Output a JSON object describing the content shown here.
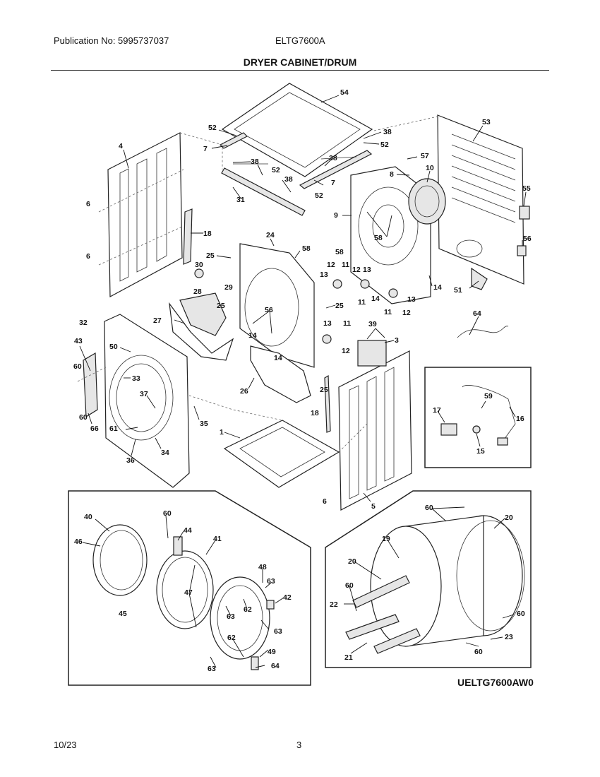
{
  "header": {
    "publication": "Publication No: 5995737037",
    "model": "ELTG7600A",
    "title": "DRYER CABINET/DRUM"
  },
  "footer": {
    "date": "10/23",
    "page": "3",
    "ref_code": "UELTG7600AW0"
  },
  "labels": {
    "p54": "54",
    "p53": "53",
    "p52a": "52",
    "p52b": "52",
    "p52c": "52",
    "p52d": "52",
    "p38a": "38",
    "p38b": "38",
    "p38c": "38",
    "p38d": "38",
    "p7a": "7",
    "p7b": "7",
    "p4": "4",
    "p57": "57",
    "p8": "8",
    "p10": "10",
    "p55": "55",
    "p9": "9",
    "p31": "31",
    "p6a": "6",
    "p6b": "6",
    "p6c": "6",
    "p18a": "18",
    "p18b": "18",
    "p24": "24",
    "p58a": "58",
    "p58b": "58",
    "p58c": "58",
    "p56a": "56",
    "p56b": "56",
    "p25a": "25",
    "p25b": "25",
    "p25c": "25",
    "p30": "30",
    "p29": "29",
    "p28": "28",
    "p12a": "12",
    "p12b": "12",
    "p12c": "12",
    "p12d": "12",
    "p11a": "11",
    "p11b": "11",
    "p11c": "11",
    "p11d": "11",
    "p13a": "13",
    "p13b": "13",
    "p13c": "13",
    "p13d": "13",
    "p14a": "14",
    "p14b": "14",
    "p14c": "14",
    "p14d": "14",
    "p51": "51",
    "p64": "64",
    "p32": "32",
    "p27": "27",
    "p39": "39",
    "p3": "3",
    "p43": "43",
    "p50": "50",
    "p60a": "60",
    "p60b": "60",
    "p33": "33",
    "p37": "37",
    "p35": "35",
    "p26": "26",
    "p66": "66",
    "p61": "61",
    "p36": "36",
    "p34": "34",
    "p1": "1",
    "p5": "5",
    "p59": "59",
    "p17": "17",
    "p16": "16",
    "p15": "15",
    "p40": "40",
    "p60c": "60",
    "p44": "44",
    "p46": "46",
    "p41": "41",
    "p48": "48",
    "p63a": "63",
    "p63b": "63",
    "p63c": "63",
    "p63d": "63",
    "p42": "42",
    "p47": "47",
    "p62a": "62",
    "p62b": "62",
    "p45": "45",
    "p49": "49",
    "p64b": "64",
    "p60d": "60",
    "p20a": "20",
    "p20b": "20",
    "p19": "19",
    "p60e": "60",
    "p22": "22",
    "p60f": "60",
    "p60g": "60",
    "p23": "23",
    "p21": "21"
  }
}
